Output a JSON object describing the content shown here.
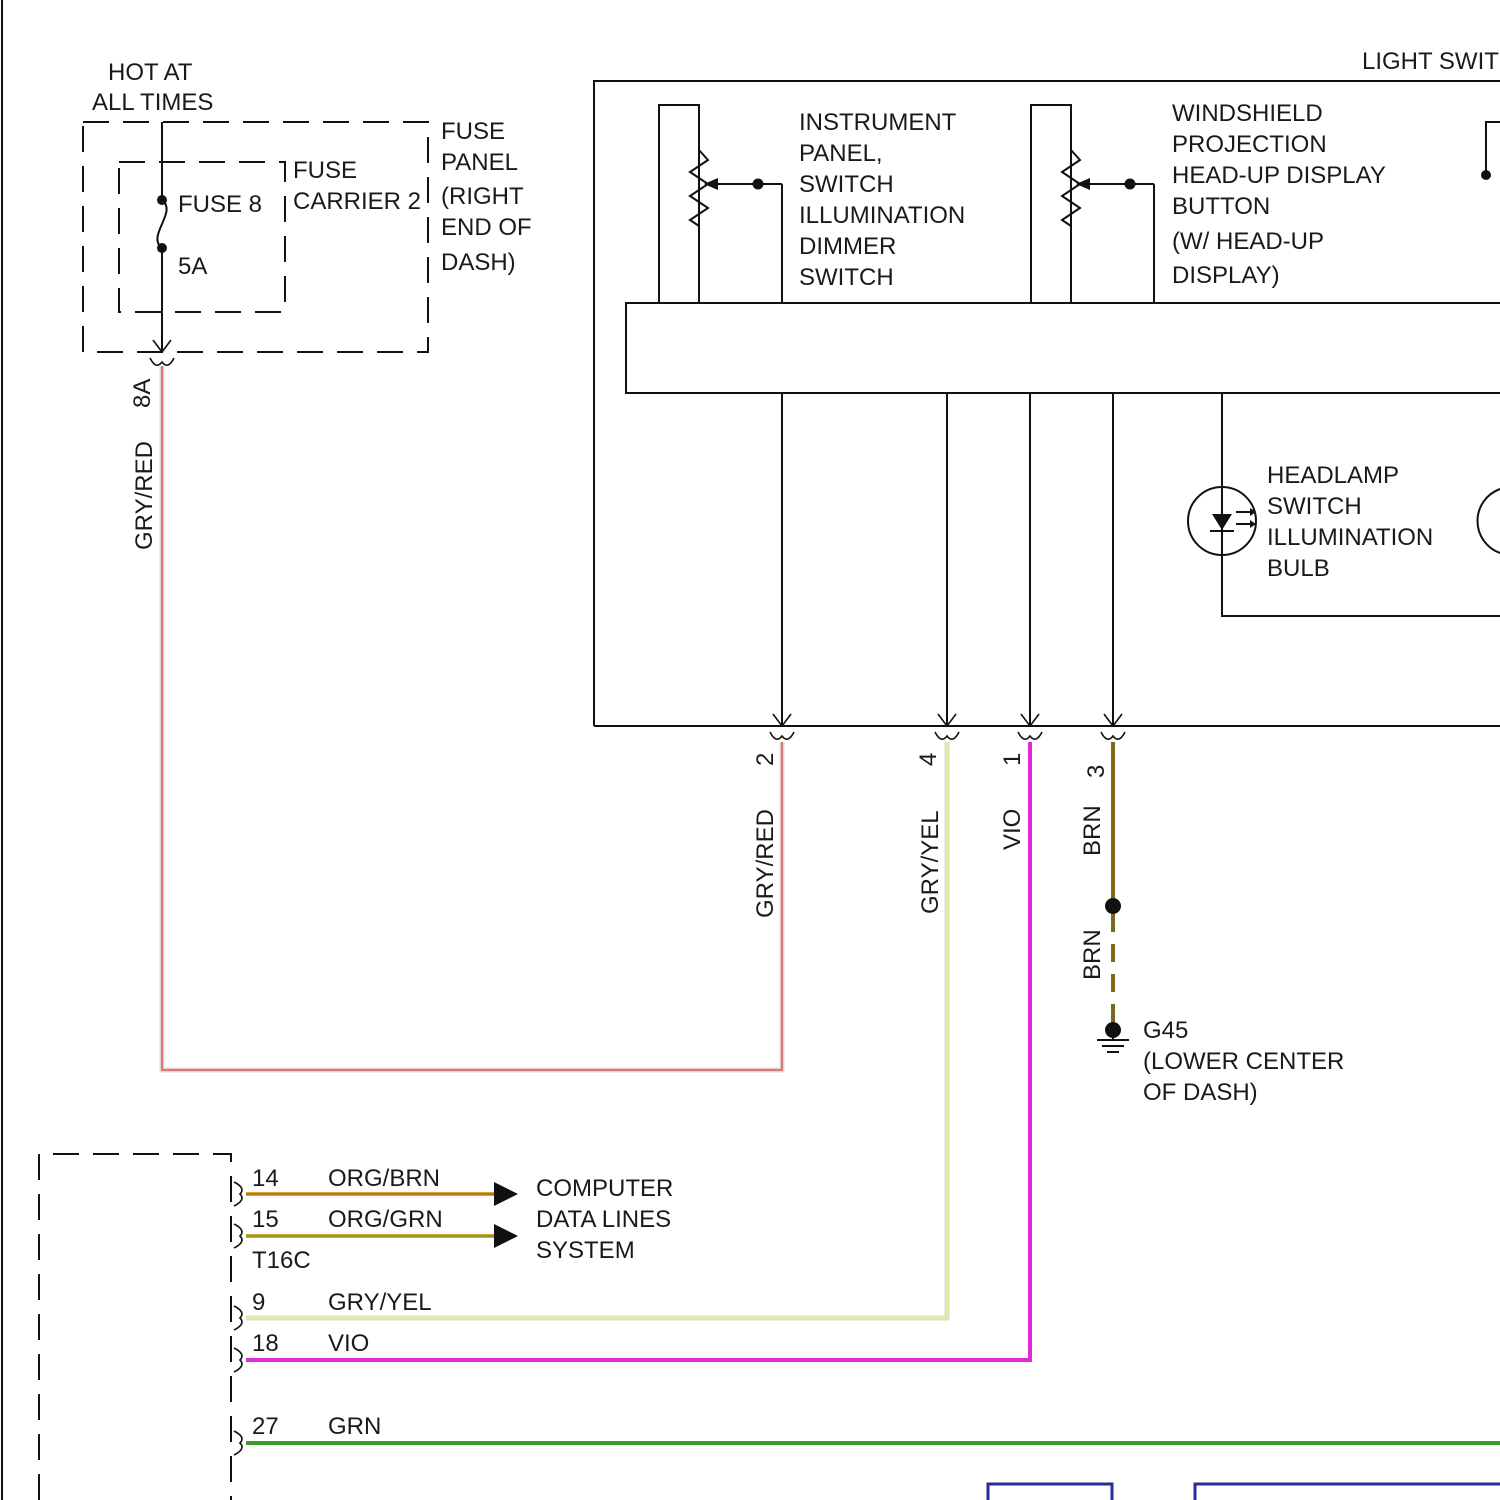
{
  "fuse": {
    "hot_line1": "HOT AT",
    "hot_line2": "ALL TIMES",
    "fuse_name": "FUSE 8",
    "fuse_rating": "5A",
    "carrier_line1": "FUSE",
    "carrier_line2": "CARRIER 2",
    "panel_lines": [
      "FUSE",
      "PANEL",
      "(RIGHT",
      "END OF",
      "DASH)"
    ],
    "pin": "8A",
    "wire_color": "GRY/RED"
  },
  "light_switch": {
    "title": "LIGHT SWIT",
    "dimmer_lines": [
      "INSTRUMENT",
      "PANEL,",
      "SWITCH",
      "ILLUMINATION",
      "DIMMER",
      "SWITCH"
    ],
    "hud_lines": [
      "WINDSHIELD",
      "PROJECTION",
      "HEAD-UP DISPLAY",
      "BUTTON",
      "(W/ HEAD-UP",
      "DISPLAY)"
    ],
    "bulb_lines": [
      "HEADLAMP",
      "SWITCH",
      "ILLUMINATION",
      "BULB"
    ]
  },
  "switch_pins": [
    {
      "pin": "2",
      "wire": "GRY/RED"
    },
    {
      "pin": "4",
      "wire": "GRY/YEL"
    },
    {
      "pin": "1",
      "wire": "VIO"
    },
    {
      "pin": "3",
      "wire": "BRN"
    }
  ],
  "ground": {
    "wire": "BRN",
    "name": "G45",
    "location_line1": "(LOWER CENTER",
    "location_line2": "OF DASH)"
  },
  "module": {
    "connector": "T16C",
    "pins": [
      {
        "pin": "14",
        "wire": "ORG/BRN"
      },
      {
        "pin": "15",
        "wire": "ORG/GRN"
      },
      {
        "pin": "9",
        "wire": "GRY/YEL"
      },
      {
        "pin": "18",
        "wire": "VIO"
      },
      {
        "pin": "27",
        "wire": "GRN"
      }
    ]
  },
  "data_lines": [
    "COMPUTER",
    "DATA LINES",
    "SYSTEM"
  ],
  "colors": {
    "gry_red": "#e07575",
    "gry_yel": "#e4ec9a",
    "vio": "#e02ad8",
    "brn": "#7a6a1a",
    "org": "#e0a02a",
    "grn": "#3a9a2a",
    "blue_box": "#2a2a9a"
  }
}
